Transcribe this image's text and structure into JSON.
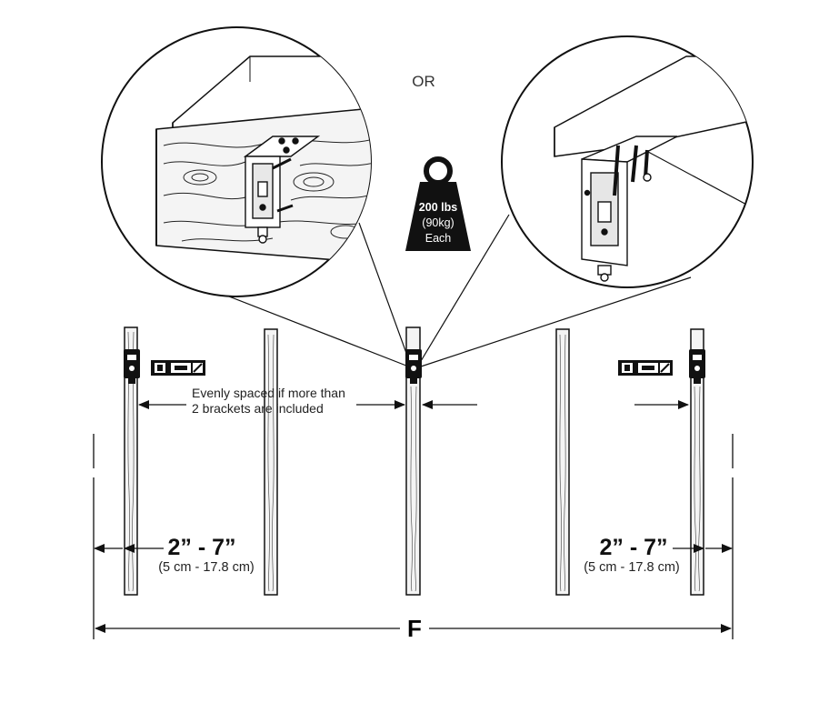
{
  "diagram": {
    "or_label": "OR",
    "weight": {
      "load": "200 lbs",
      "metric": "(90kg)",
      "unit": "Each"
    },
    "spacing_note": {
      "line1": "Evenly spaced if more than",
      "line2": "2 brackets are included"
    },
    "left_offset": {
      "imperial": "2” - 7”",
      "metric": "(5 cm - 17.8 cm)"
    },
    "right_offset": {
      "imperial": "2” - 7”",
      "metric": "(5 cm - 17.8 cm)"
    },
    "overall_dimension": "F",
    "colors": {
      "line": "#111111",
      "wood_fill": "#f4f4f4",
      "weight_fill": "#111111"
    }
  }
}
